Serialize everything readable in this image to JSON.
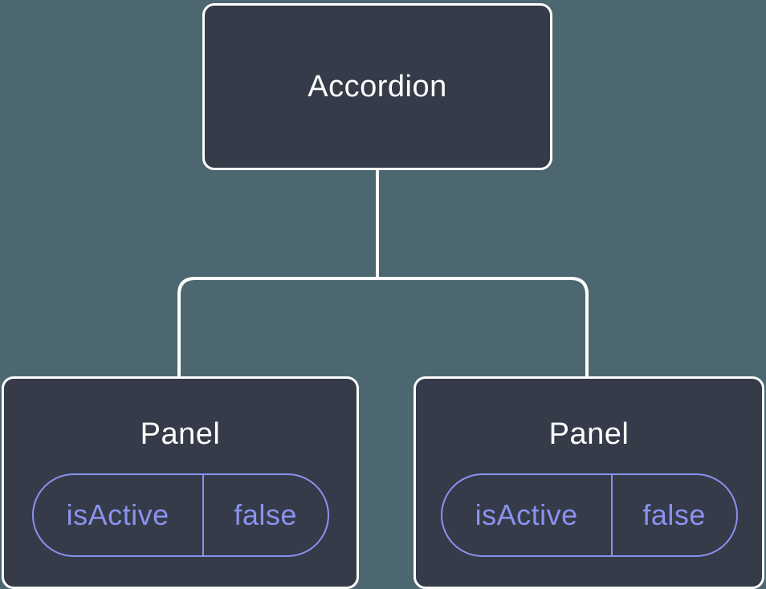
{
  "diagram": {
    "root_label": "Accordion",
    "panels": [
      {
        "title": "Panel",
        "state_key": "isActive",
        "state_value": "false"
      },
      {
        "title": "Panel",
        "state_key": "isActive",
        "state_value": "false"
      }
    ],
    "colors": {
      "background": "#4d6770",
      "node_fill": "#353b48",
      "node_border": "#ffffff",
      "connector": "#ffffff",
      "state_accent": "#8a92f0",
      "title_text": "#ffffff"
    }
  }
}
